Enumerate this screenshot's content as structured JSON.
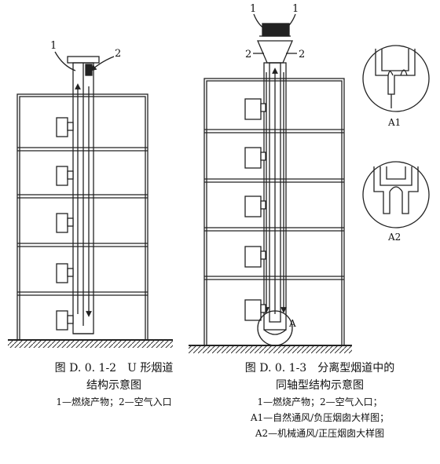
{
  "figure_left": {
    "title_line1": "图 D. 0. 1-2　U 形烟道",
    "title_line2": "结构示意图",
    "legend": "1—燃烧产物；2—空气入口",
    "label_1": "1",
    "label_2": "2"
  },
  "figure_right": {
    "title_line1": "图 D. 0. 1-3　分离型烟道中的",
    "title_line2": "同轴型结构示意图",
    "legend_line1": "1—燃烧产物；2—空气入口；",
    "legend_line2": "A1—自然通风/负压烟囱大样图；",
    "legend_line3": "A2—机械通风/正压烟囱大样图",
    "label_1a": "1",
    "label_1b": "1",
    "label_2a": "2",
    "label_2b": "2",
    "label_a": "A",
    "label_a1": "A1",
    "label_a2": "A2"
  }
}
